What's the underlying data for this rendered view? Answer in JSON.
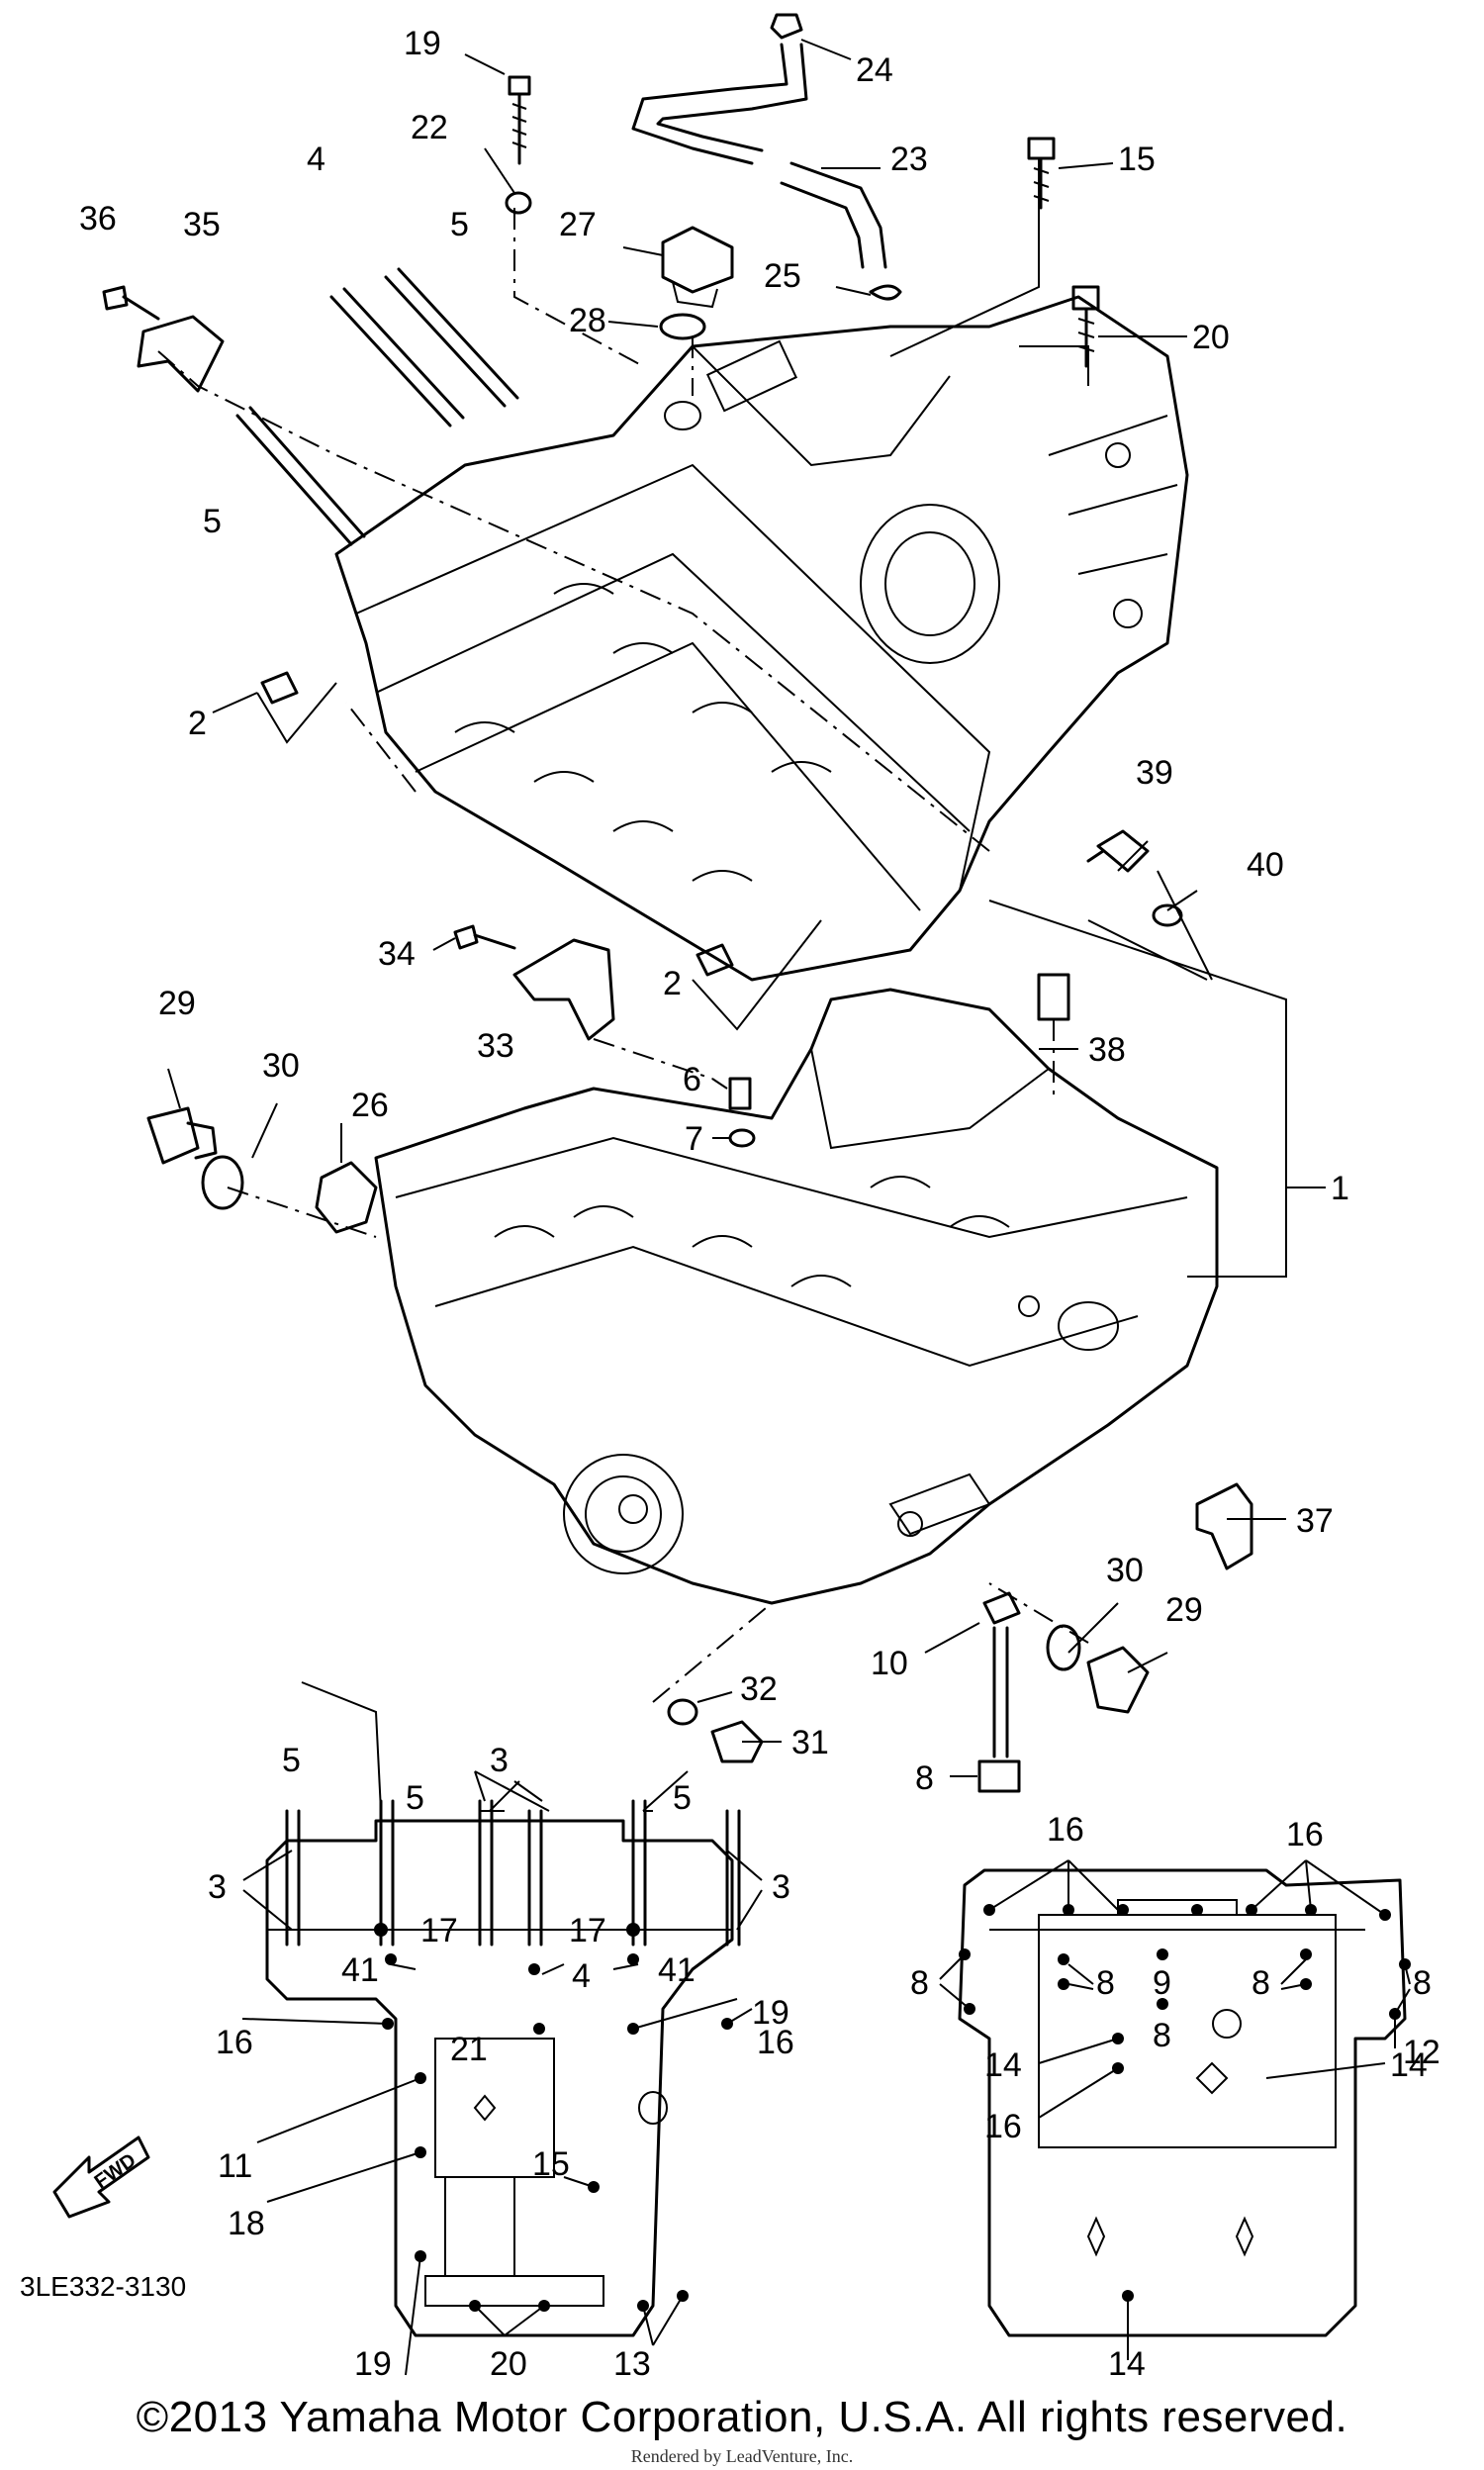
{
  "diagram": {
    "figure_code": "3LE332-3130",
    "fwd_label": "FWD",
    "copyright": "©2013 Yamaha Motor Corporation, U.S.A. All rights reserved.",
    "watermark": "Rendered by LeadVenture, Inc.",
    "callouts": {
      "c19a": "19",
      "c24": "24",
      "c22": "22",
      "c23": "23",
      "c4a": "4",
      "c5a": "5",
      "c15a": "15",
      "c36": "36",
      "c35": "35",
      "c27": "27",
      "c25": "25",
      "c28": "28",
      "c20a": "20",
      "c5b": "5",
      "c2a": "2",
      "c39": "39",
      "c40": "40",
      "c34": "34",
      "c2b": "2",
      "c29a": "29",
      "c33": "33",
      "c38": "38",
      "c30a": "30",
      "c26": "26",
      "c6": "6",
      "c7": "7",
      "c1": "1",
      "c37": "37",
      "c30b": "30",
      "c29b": "29",
      "c10": "10",
      "c32": "32",
      "c31": "31",
      "c8a": "8",
      "l5a": "5",
      "l3a": "3",
      "l5b": "5",
      "l5c": "5",
      "l3b": "3",
      "l3c": "3",
      "l17a": "17",
      "l17b": "17",
      "l41a": "41",
      "l41b": "41",
      "l4": "4",
      "l19a": "19",
      "l21": "21",
      "l16a": "16",
      "l16b": "16",
      "l11": "11",
      "l15": "15",
      "l18": "18",
      "l19b": "19",
      "l20": "20",
      "l13": "13",
      "r16a": "16",
      "r16b": "16",
      "r8a": "8",
      "r8b": "8",
      "r9": "9",
      "r8c": "8",
      "r8d": "8",
      "r8e": "8",
      "r12": "12",
      "r14a": "14",
      "r14b": "14",
      "r16c": "16",
      "r14c": "14"
    }
  }
}
